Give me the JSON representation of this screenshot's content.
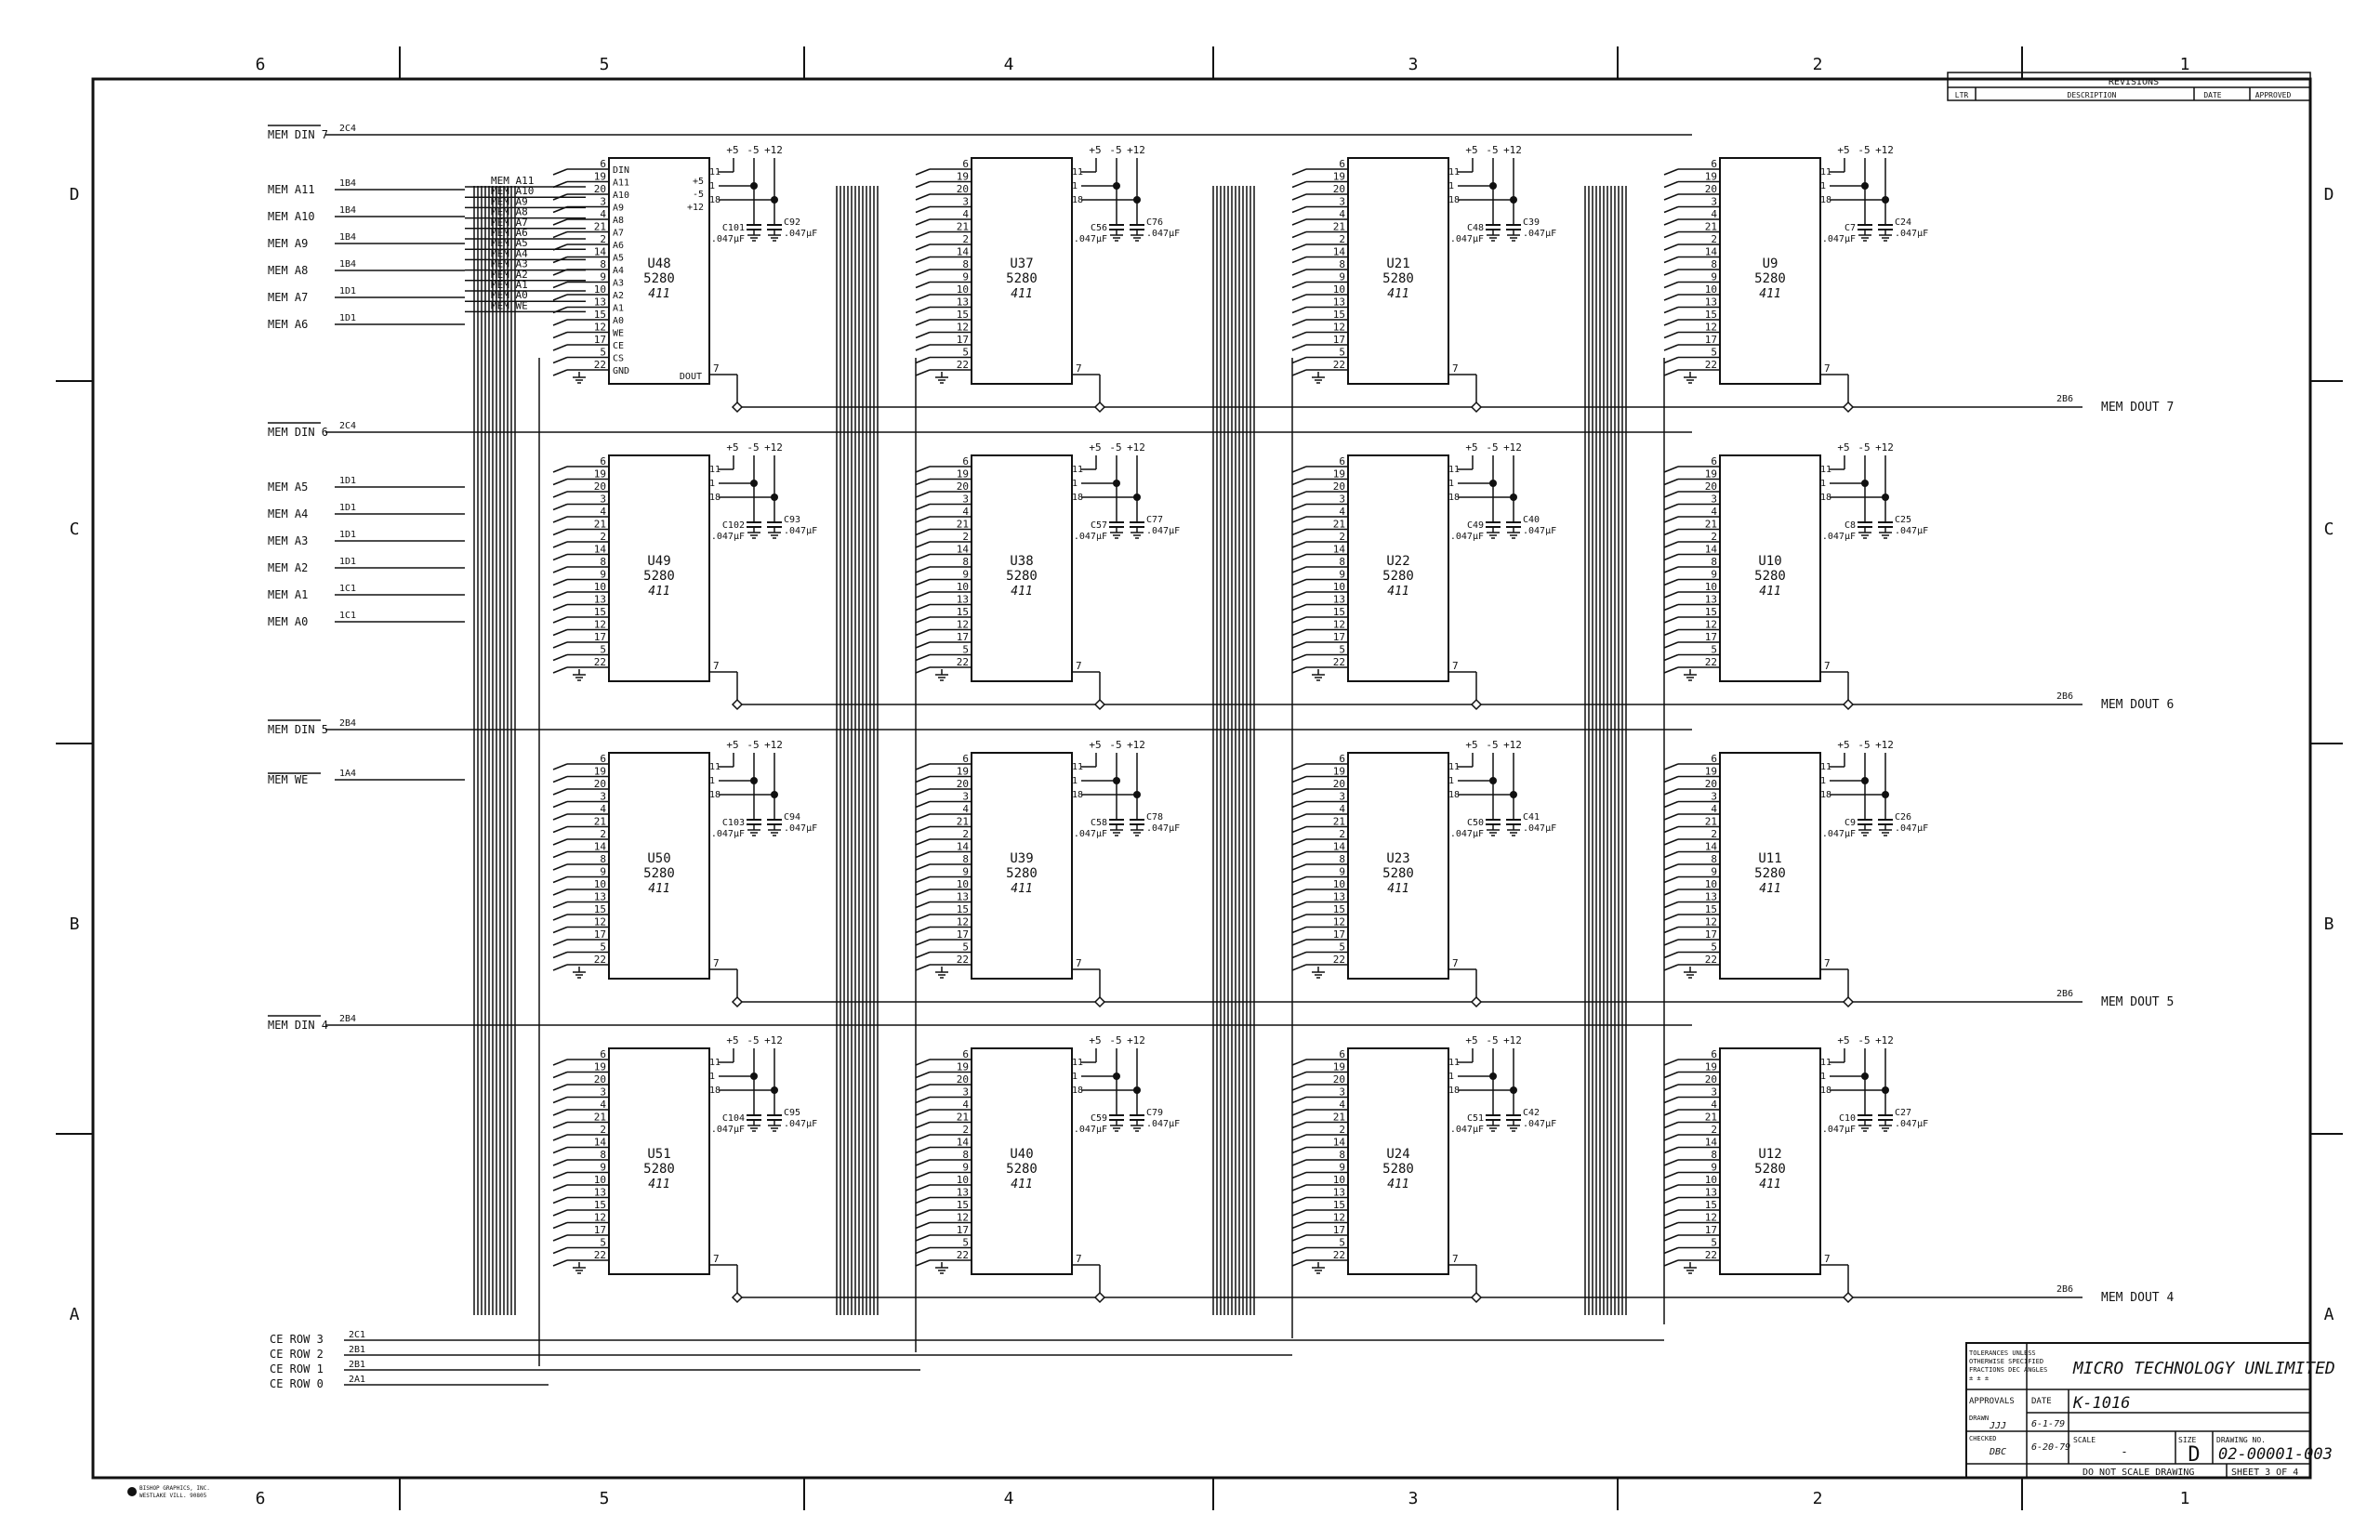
{
  "border": {
    "top_zones": [
      "6",
      "5",
      "4",
      "3",
      "2",
      "1"
    ],
    "bottom_zones": [
      "6",
      "5",
      "4",
      "3",
      "2",
      "1"
    ],
    "side_zones": [
      "D",
      "C",
      "B",
      "A"
    ]
  },
  "revisions": {
    "title": "REVISIONS",
    "columns": [
      "LTR",
      "DESCRIPTION",
      "DATE",
      "APPROVED"
    ]
  },
  "chip": {
    "part": "5280",
    "sub": "411",
    "supply_labels": [
      "+5",
      "-5",
      "+12"
    ],
    "supply_pins": [
      "11",
      "1",
      "18"
    ],
    "cap_value": ".047µF",
    "full_pins": [
      "6",
      "19",
      "20",
      "3",
      "4",
      "21",
      "2",
      "14",
      "8",
      "9",
      "10",
      "13",
      "15",
      "12",
      "17",
      "5",
      "22"
    ],
    "u48_pins": [
      "DIN",
      "A11",
      "A10",
      "A9",
      "A8",
      "A7",
      "A6",
      "A5",
      "A4",
      "A3",
      "A2",
      "A1",
      "A0",
      "WE",
      "CE",
      "CS",
      "GND"
    ],
    "u48_supply": [
      "+5",
      "-5",
      "+12"
    ],
    "dout_label": "DOUT",
    "out_pin": "7"
  },
  "rows": [
    {
      "din": "MEM DIN 7",
      "din_ref": "2C4",
      "dout": "MEM DOUT 7",
      "dout_ref": "2B6",
      "chips": [
        {
          "ref": "U48",
          "caps": [
            "C101",
            "C92"
          ]
        },
        {
          "ref": "U37",
          "caps": [
            "C56",
            "C76"
          ]
        },
        {
          "ref": "U21",
          "caps": [
            "C48",
            "C39"
          ]
        },
        {
          "ref": "U9",
          "caps": [
            "C7",
            "C24"
          ]
        }
      ]
    },
    {
      "din": "MEM DIN 6",
      "din_ref": "2C4",
      "dout": "MEM DOUT 6",
      "dout_ref": "2B6",
      "chips": [
        {
          "ref": "U49",
          "caps": [
            "C102",
            "C93"
          ]
        },
        {
          "ref": "U38",
          "caps": [
            "C57",
            "C77"
          ]
        },
        {
          "ref": "U22",
          "caps": [
            "C49",
            "C40"
          ]
        },
        {
          "ref": "U10",
          "caps": [
            "C8",
            "C25"
          ]
        }
      ]
    },
    {
      "din": "MEM DIN 5",
      "din_ref": "2B4",
      "dout": "MEM DOUT 5",
      "dout_ref": "2B6",
      "chips": [
        {
          "ref": "U50",
          "caps": [
            "C103",
            "C94"
          ]
        },
        {
          "ref": "U39",
          "caps": [
            "C58",
            "C78"
          ]
        },
        {
          "ref": "U23",
          "caps": [
            "C50",
            "C41"
          ]
        },
        {
          "ref": "U11",
          "caps": [
            "C9",
            "C26"
          ]
        }
      ]
    },
    {
      "din": "MEM DIN 4",
      "din_ref": "2B4",
      "dout": "MEM DOUT 4",
      "dout_ref": "2B6",
      "chips": [
        {
          "ref": "U51",
          "caps": [
            "C104",
            "C95"
          ]
        },
        {
          "ref": "U40",
          "caps": [
            "C59",
            "C79"
          ]
        },
        {
          "ref": "U24",
          "caps": [
            "C51",
            "C42"
          ]
        },
        {
          "ref": "U12",
          "caps": [
            "C10",
            "C27"
          ]
        }
      ]
    }
  ],
  "address_inputs_top": [
    {
      "label": "MEM A11",
      "ref": "1B4"
    },
    {
      "label": "MEM A10",
      "ref": "1B4"
    },
    {
      "label": "MEM A9",
      "ref": "1B4"
    },
    {
      "label": "MEM A8",
      "ref": "1B4"
    },
    {
      "label": "MEM A7",
      "ref": "1D1"
    },
    {
      "label": "MEM A6",
      "ref": "1D1"
    }
  ],
  "bus_labels": [
    "MEM A11",
    "MEM A10",
    "MEM A9",
    "MEM A8",
    "MEM A7",
    "MEM A6",
    "MEM A5",
    "MEM A4",
    "MEM A3",
    "MEM A2",
    "MEM A1",
    "MEM A0",
    "MEM WE"
  ],
  "address_inputs_mid": [
    {
      "label": "MEM A5",
      "ref": "1D1"
    },
    {
      "label": "MEM A4",
      "ref": "1D1"
    },
    {
      "label": "MEM A3",
      "ref": "1D1"
    },
    {
      "label": "MEM A2",
      "ref": "1D1"
    },
    {
      "label": "MEM A1",
      "ref": "1C1"
    },
    {
      "label": "MEM A0",
      "ref": "1C1"
    }
  ],
  "we_input": {
    "label": "MEM WE",
    "ref": "1A4"
  },
  "ce_rows": [
    {
      "label": "CE ROW 3",
      "ref": "2C1"
    },
    {
      "label": "CE ROW 2",
      "ref": "2B1"
    },
    {
      "label": "CE ROW 1",
      "ref": "2B1"
    },
    {
      "label": "CE ROW 0",
      "ref": "2A1"
    }
  ],
  "title_block": {
    "tolerances": [
      "TOLERANCES UNLESS",
      "OTHERWISE SPECIFIED",
      "FRACTIONS DEC ANGLES",
      "±     ±     ±"
    ],
    "company": "MICRO TECHNOLOGY UNLIMITED",
    "title": "K-1016",
    "approvals": "APPROVALS",
    "date": "DATE",
    "drawn_label": "DRAWN",
    "drawn_by": "JJJ",
    "drawn_date": "6-1-79",
    "checked_label": "CHECKED",
    "checked_by": "DBC",
    "checked_date": "6-20-79",
    "scale_label": "SCALE",
    "scale_value": "-",
    "size_label": "SIZE",
    "size_value": "D",
    "drawing_no_label": "DRAWING NO.",
    "drawing_no": "02-00001-003",
    "note": "DO NOT SCALE DRAWING",
    "sheet": "SHEET 3 OF 4"
  },
  "printer_mark": [
    "BISHOP GRAPHICS, INC.",
    "WESTLAKE VILL. 90805"
  ]
}
